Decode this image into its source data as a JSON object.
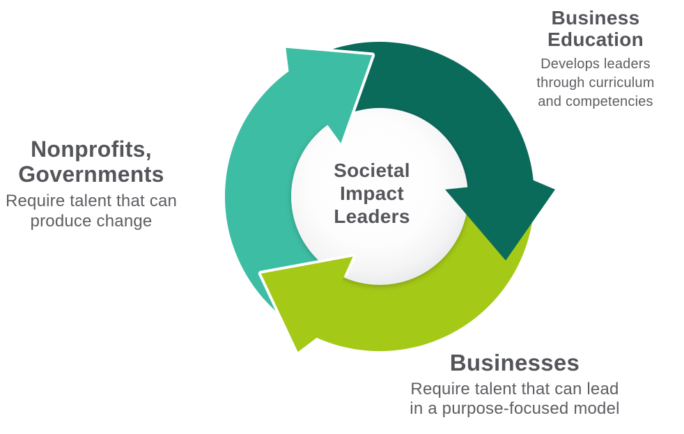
{
  "diagram": {
    "type": "cycle",
    "flow_direction": "clockwise",
    "segment_count": 3
  },
  "colors": {
    "background": "#ffffff",
    "teal": "#3dbda3",
    "dark_green": "#0b6b5b",
    "lime": "#a4c917",
    "heading_text": "#54555a",
    "body_text": "#5d5e62",
    "center_text": "#55565b",
    "center_circle": "#ffffff"
  },
  "center_label": {
    "lines": [
      "Societal",
      "Impact",
      "Leaders"
    ]
  },
  "sections": [
    {
      "id": "business-education",
      "position": "top-right",
      "arrow_color": "#0b6b5b",
      "title_lines": [
        "Business",
        "Education"
      ],
      "description_lines": [
        "Develops leaders",
        "through curriculum",
        "and competencies"
      ]
    },
    {
      "id": "nonprofits-governments",
      "position": "left",
      "arrow_color": "#3dbda3",
      "title_lines": [
        "Nonprofits,",
        "Governments"
      ],
      "description_lines": [
        "Require talent that can",
        "produce change"
      ]
    },
    {
      "id": "businesses",
      "position": "bottom",
      "arrow_color": "#a4c917",
      "title_lines": [
        "Businesses"
      ],
      "description_lines": [
        "Require talent that can lead",
        "in a purpose-focused model"
      ]
    }
  ]
}
